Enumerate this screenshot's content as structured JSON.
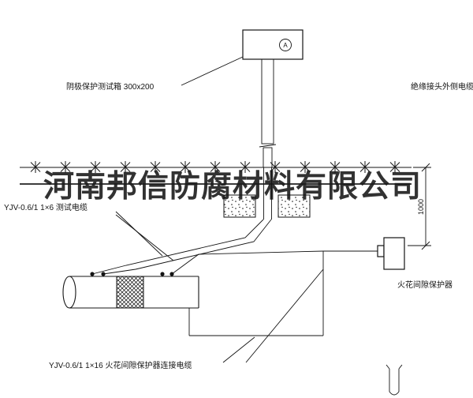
{
  "diagram": {
    "watermark": "河南邦信防腐材料有限公司",
    "test_box": {
      "label": "阴极保护测试箱 300x200",
      "meter_symbol": "A"
    },
    "labels": {
      "insulation_joint_cable": "绝缘接头外侧电缆",
      "test_cable": "YJV-0.6/1 1×6  测试电缆",
      "spark_gap_protector": "火花间隙保护器",
      "connection_cable": "YJV-0.6/1 1×16  火花间隙保护器连接电缆"
    },
    "dimensions": {
      "burial_depth": "1000"
    },
    "colors": {
      "background": "#ffffff",
      "line": "#141414",
      "watermark": "#1c1c1c"
    }
  }
}
